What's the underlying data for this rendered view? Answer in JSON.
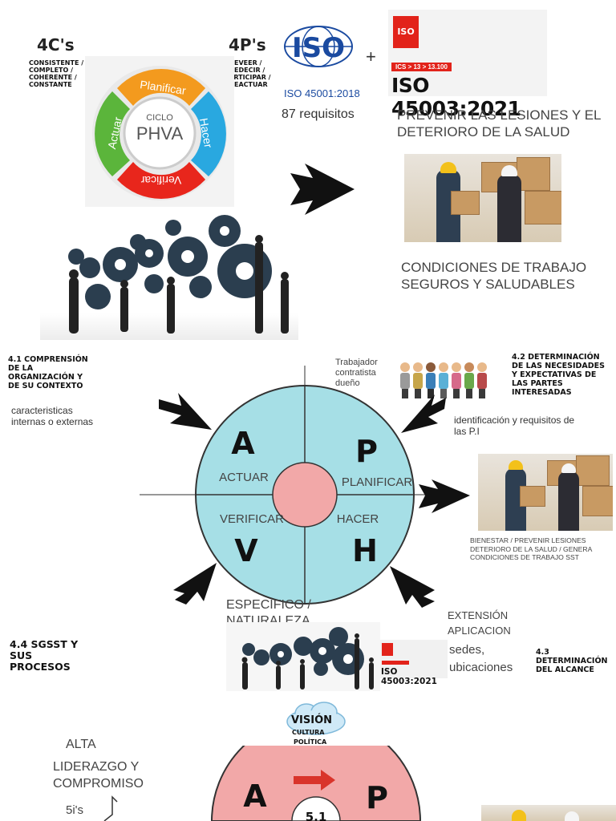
{
  "top": {
    "c4_title": "4C's",
    "c4_text": "CONSISTENTE / COMPLETO / COHERENTE / CONSTANTE",
    "p4_title": "4P's",
    "p4_text": "PREVEER / PREDECIR / PARTICIPAR / PREACTUAR",
    "cycle": {
      "small": "CICLO",
      "big": "PHVA",
      "planificar": "Planificar",
      "hacer": "Hacer",
      "verificar": "Verificar",
      "actuar": "Actuar"
    },
    "iso_logo": "ISO",
    "iso_std": "ISO 45001:2018",
    "iso_reqs": "87 requisitos",
    "plus": "+",
    "iso2_logo": "ISO",
    "ics": "ICS > 13 > 13.100",
    "iso2_std": "ISO 45003:2021",
    "prevenir": "PREVENIR LAS LESIONES Y EL DETERIORO DE LA SALUD",
    "condiciones": "CONDICIONES DE TRABAJO SEGUROS Y SALUDABLES"
  },
  "middle": {
    "s41_title": "4.1 COMPRENSIÓN DE LA ORGANIZACIÓN Y DE SU CONTEXTO",
    "s41_text": "caracteristicas internas o externas",
    "roles": "Trabajador contratista dueño",
    "s42_title": "4.2 DETERMINACIÓN DE LAS NECESIDADES Y EXPECTATIVAS DE LAS PARTES INTERESADAS",
    "s42_text": "identificación y requisitos de las P.I",
    "quad": {
      "a": "A",
      "p": "P",
      "v": "V",
      "h": "H",
      "actuar": "ACTUAR",
      "planificar": "PLANIFICAR",
      "verificar": "VERIFICAR",
      "hacer": "HACER"
    },
    "bienestar": "BIENESTAR / PREVENIR LESIONES DETERIORO DE LA SALUD / GENERA CONDICIONES DE TRABAJO SST",
    "especifico": "ESPECIFICO / NATURALEZA",
    "extension": "EXTENSIÓN APLICACION",
    "sedes": "sedes, ubicaciones",
    "s43_title": "4.3 DETERMINACIÓN DEL ALCANCE",
    "s44_title": "4.4 SGSST Y SUS PROCESOS",
    "iso_small": "ISO 45003:2021"
  },
  "bottom": {
    "vision": "VISIÓN",
    "cultura": "CULTURA",
    "politica": "POLÍTICA",
    "alta": "ALTA",
    "liderazgo": "LIDERAZGO Y COMPROMISO",
    "five_i": "5i's",
    "a": "A",
    "p": "P",
    "num": "5.1"
  },
  "colors": {
    "cyan": "#a6dfe6",
    "pink": "#f2a8a8",
    "red": "#e2231a",
    "isoblue": "#1a4aa0"
  }
}
